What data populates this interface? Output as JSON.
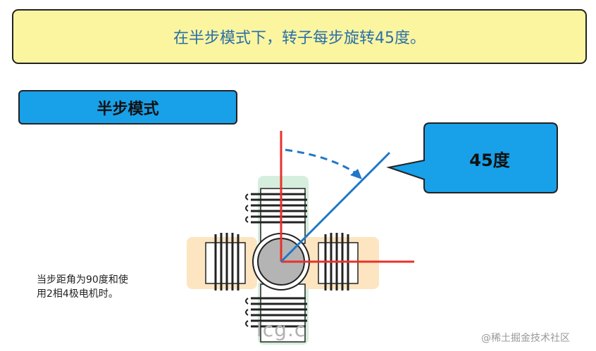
{
  "banner": {
    "text": "在半步模式下，转子每步旋转45度。"
  },
  "mode_label": "半步模式",
  "callout": {
    "text": "45度"
  },
  "note": {
    "line1": "当步距角为90度和使",
    "line2": "用2相4极电机时。"
  },
  "watermark": "@稀土掘金技术社区",
  "cut_text": "lcg.c",
  "colors": {
    "banner_fill": "#fbf5a0",
    "banner_text": "#2a6fa8",
    "mode_fill": "#18a0e8",
    "callout_fill": "#18a0e8",
    "axis_red": "#e8312a",
    "rotor_line": "#1f78c8",
    "rotor_fill": "#b4b4b4",
    "pad_green": "#d6eedd",
    "pad_orange": "#fce5c0"
  },
  "angle_degrees": 45
}
